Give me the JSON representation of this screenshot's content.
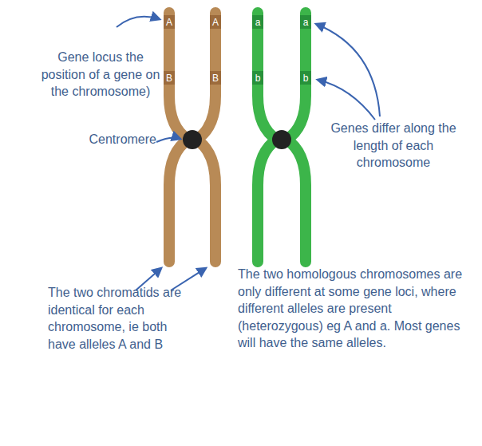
{
  "diagram": {
    "nodes": [
      {
        "text": [
          "A"
        ]
      },
      {
        "text": [
          "A"
        ]
      },
      {
        "text": [
          "a"
        ]
      },
      {
        "text": [
          "a"
        ]
      },
      {
        "text": [
          "B"
        ]
      },
      {
        "text": [
          "B"
        ]
      },
      {
        "text": [
          "b"
        ]
      },
      {
        "text": [
          "b"
        ]
      }
    ],
    "labels": [
      "Gene locus the position of a gene on the chromosome)",
      "Centromere",
      "Genes differ along the length of each chromosome",
      "The two chromatids are identical for each chromosome, ie both have alleles A and B",
      "The two homologous chromosomes are only different at some gene loci, where different alleles are present (heterozygous) eg A and a. Most genes will have the same alleles."
    ]
  }
}
